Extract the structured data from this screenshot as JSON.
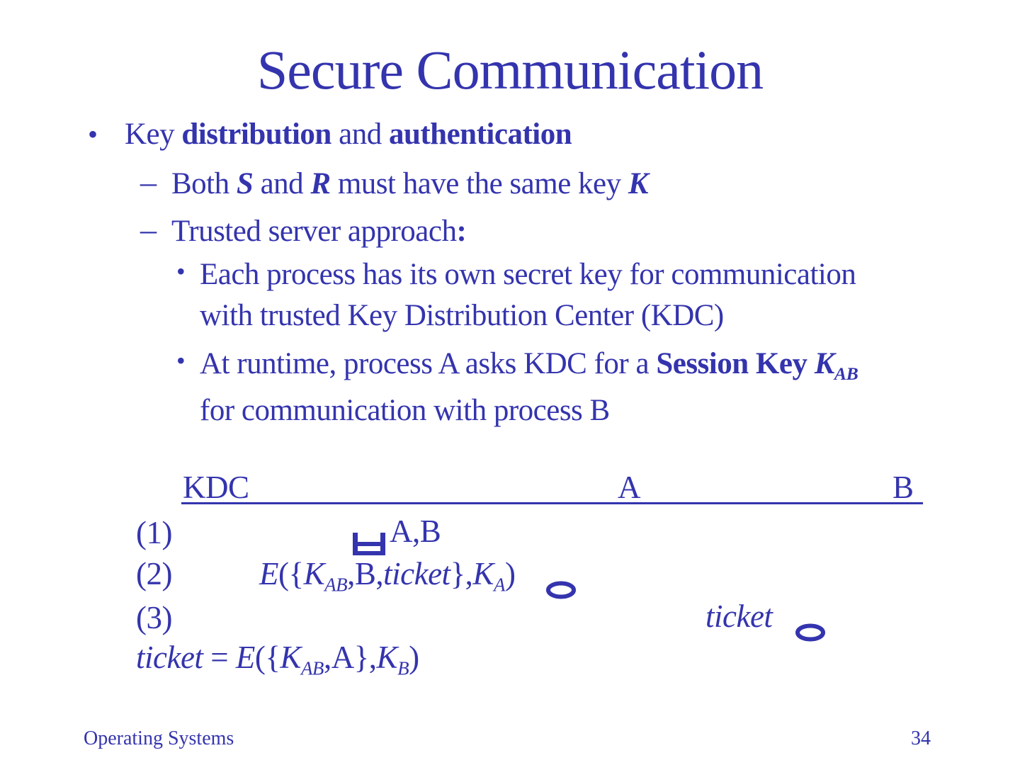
{
  "title": "Secure Communication",
  "colors": {
    "text": "#3434ae",
    "background": "#ffffff"
  },
  "markers": {
    "bullet": "•",
    "dash": "–"
  },
  "bullets": {
    "b1": {
      "r0": "Key ",
      "r1": "distribution",
      "r2": " and ",
      "r3": "authentication"
    },
    "s1": {
      "r0": "Both ",
      "r1": "S",
      "r2": " and ",
      "r3": "R",
      "r4": " must have the same key ",
      "r5": "K"
    },
    "s2": {
      "r0": "Trusted server approach",
      "r1": ":"
    },
    "t1a": "Each process has its own secret key for communication",
    "t1b": "with trusted Key Distribution Center (KDC)",
    "t2a": {
      "r0": "At runtime, process A asks KDC for a ",
      "r1": "Session Key ",
      "r2": "K",
      "r3": "AB"
    },
    "t2b": "for communication with process B"
  },
  "diagram": {
    "header": {
      "kdc": "KDC",
      "a": "A",
      "b": "B"
    },
    "r1": {
      "label": "(1)",
      "msg": "A,B",
      "icon": "double-bar-glyph-icon"
    },
    "r2": {
      "label": "(2)",
      "icon": "ellipse-glyph-icon",
      "f": {
        "e": "E",
        "p1": "({",
        "k1": "K",
        "s1": "AB",
        "m1": ",B,",
        "t": "ticket",
        "m2": "},",
        "k2": "K",
        "s2": "A",
        "p2": ")"
      }
    },
    "r3": {
      "label": "(3)",
      "msg": "ticket",
      "icon": "ellipse-glyph-icon"
    },
    "r4": {
      "f": {
        "t": "ticket",
        "eq": " = ",
        "e": "E",
        "p1": "({",
        "k1": "K",
        "s1": "AB",
        "m1": ",A},",
        "k2": "K",
        "s2": "B",
        "p2": ")"
      }
    }
  },
  "footer": {
    "left": "Operating Systems",
    "page": "34"
  }
}
